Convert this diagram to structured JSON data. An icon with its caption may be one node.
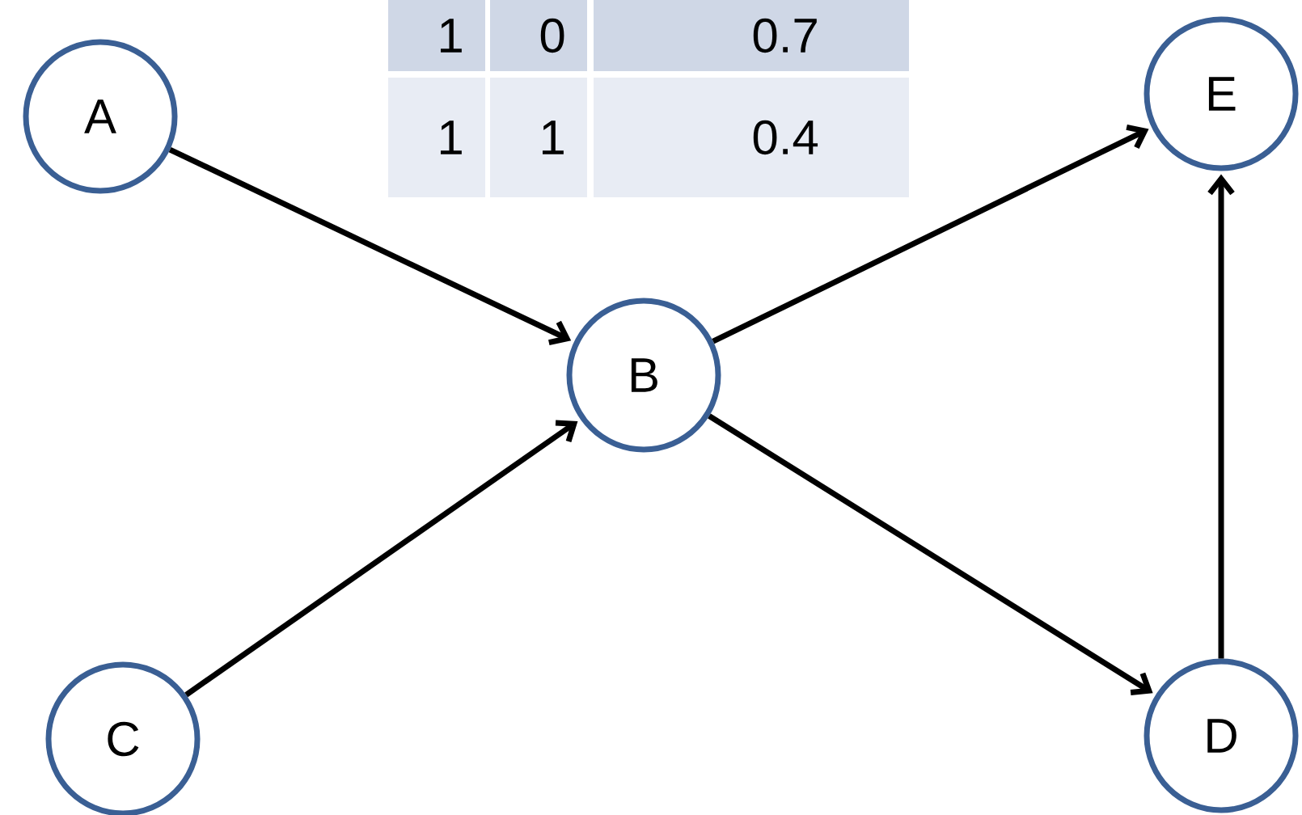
{
  "diagram": {
    "nodes": [
      {
        "text": [
          "A"
        ]
      },
      {
        "text": [
          "B"
        ]
      },
      {
        "text": [
          "C"
        ]
      },
      {
        "text": [
          "D"
        ]
      },
      {
        "text": [
          "E"
        ]
      }
    ],
    "edges": [
      {
        "from": 0,
        "to": 1,
        "arrow": "to"
      },
      {
        "from": 2,
        "to": 1,
        "arrow": "to"
      },
      {
        "from": 1,
        "to": 4,
        "arrow": "to"
      },
      {
        "from": 1,
        "to": 3,
        "arrow": "to"
      },
      {
        "from": 3,
        "to": 4,
        "arrow": "to"
      }
    ],
    "labels": [
      "1",
      "0",
      "0.7",
      "1",
      "1",
      "0.4"
    ]
  }
}
